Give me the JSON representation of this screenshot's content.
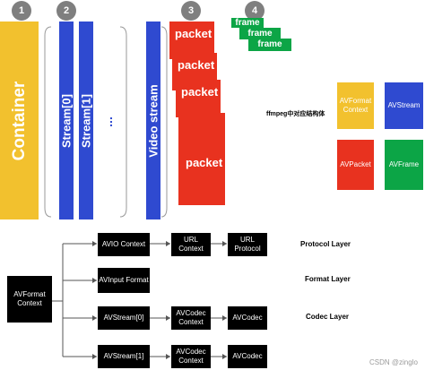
{
  "numbers": [
    "1",
    "2",
    "3",
    "4"
  ],
  "left_diagram": {
    "container_label": "Container",
    "stream_labels": [
      "Stream[0]",
      "Stream[1]"
    ],
    "ellipsis": "...",
    "video_stream_label": "Video stream",
    "packets": [
      "packet",
      "packet",
      "packet",
      "packet"
    ],
    "frames": [
      "frame",
      "frame",
      "frame"
    ]
  },
  "legend": {
    "caption": "ffmpeg中对应结构体",
    "items": [
      {
        "label": "AVFormat Context",
        "color": "#f2c12e"
      },
      {
        "label": "AVStream",
        "color": "#2f4ad0"
      },
      {
        "label": "AVPacket",
        "color": "#e8321f"
      },
      {
        "label": "AVFrame",
        "color": "#0ca546"
      }
    ]
  },
  "bottom_diagram": {
    "root": "AVFormat Context",
    "protocol_row": [
      "AVIO Context",
      "URL Context",
      "URL Protocol"
    ],
    "format_row": [
      "AVInput Format"
    ],
    "codec_row_0": [
      "AVStream[0]",
      "AVCodec Context",
      "AVCodec"
    ],
    "codec_row_1": [
      "AVStream[1]",
      "AVCodec Context",
      "AVCodec"
    ],
    "layer_labels": [
      "Protocol Layer",
      "Format Layer",
      "Codec Layer"
    ]
  },
  "watermark": "CSDN @zinglo",
  "colors": {
    "container": "#f2c12e",
    "stream": "#2f4ad0",
    "packet": "#e8321f",
    "frame": "#0ca546",
    "badge": "#7f7f7f"
  }
}
